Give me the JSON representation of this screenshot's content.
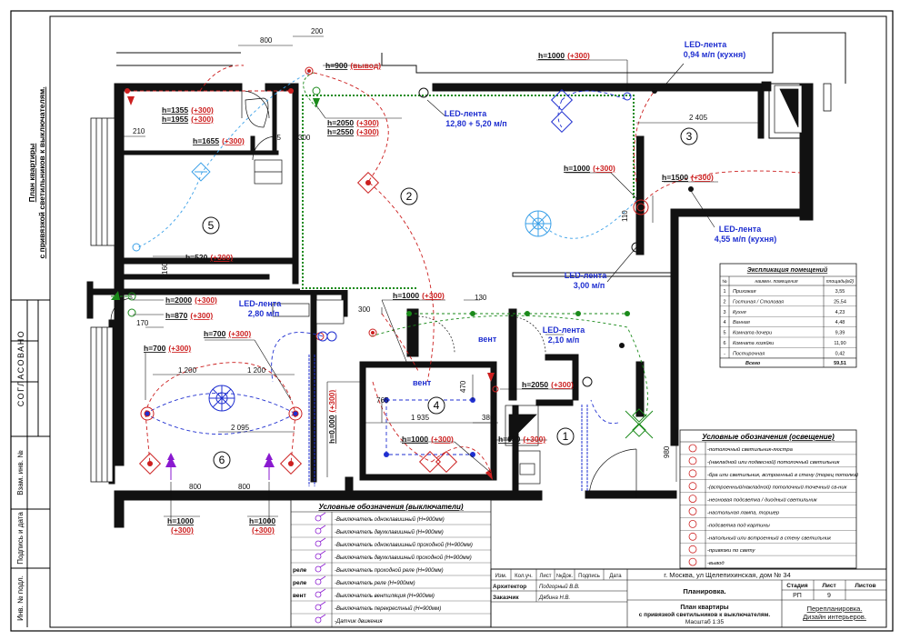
{
  "side_title": {
    "line1": "План квартиры",
    "line2": "с привязкой светильников к выключателям."
  },
  "side_labels": {
    "agreed": "СОГЛАСОВАНО",
    "inv_replace": "Взам. инв. №",
    "sign_date": "Подпись и дата",
    "inv_orig": "Инв. № подл."
  },
  "rooms": [
    {
      "num": "1"
    },
    {
      "num": "2"
    },
    {
      "num": "3"
    },
    {
      "num": "4"
    },
    {
      "num": "5"
    },
    {
      "num": "6"
    }
  ],
  "dimensions": {
    "d800_top": "800",
    "d200_top": "200",
    "d210": "210",
    "d75": "75",
    "d300_a": "300",
    "d160": "160",
    "d170": "170",
    "d300_b": "300",
    "d130": "130",
    "d1200_l": "1 200",
    "d1200_r": "1 200",
    "d2095": "2 095",
    "d765": "765",
    "d470": "470",
    "d1935": "1 935",
    "d385": "385",
    "d2405": "2 405",
    "d110": "110",
    "d980": "980",
    "d800_bl": "800",
    "d800_br": "800"
  },
  "heights": {
    "h900": "h=900",
    "h900_note": "(вывод)",
    "h1355": "h=1355",
    "h1955": "h=1955",
    "h1655": "h=1655",
    "h2050": "h=2050",
    "h2550": "h=2550",
    "h520": "h=520",
    "h1000_top": "h=1000",
    "h1000_k": "h=1000",
    "h1500": "h=1500",
    "h2000": "h=2000",
    "h870": "h=870",
    "h700_a": "h=700",
    "h700_b": "h=700",
    "h1000_c": "h=1000",
    "h0": "h=0,000",
    "h2050_b": "h=2050",
    "h1000_b": "h=1000",
    "h630": "h=630",
    "h1000_bl": "h=1000",
    "h1000_br": "h=1000",
    "p300": "(+300)"
  },
  "led_labels": {
    "led1_name": "LED-лента",
    "led1_len": "12,80 + 5,20 м/п",
    "led2_name": "LED-лента",
    "led2_len": "0,94 м/п (кухня)",
    "led3_name": "LED-лента",
    "led3_len": "4,55 м/п (кухня)",
    "led4_name": "LED-лента",
    "led4_len": "3,00 м/п",
    "led5_name": "LED-лента",
    "led5_len": "2,80 м/п",
    "led6_name": "LED-лента",
    "led6_len": "2,10 м/п"
  },
  "vent_labels": {
    "v1": "вент",
    "v2": "вент"
  },
  "rooms_table": {
    "title": "Экспликация помещений",
    "headers": [
      "№",
      "наимен. помещения",
      "площадь(м2)"
    ],
    "rows": [
      [
        "1",
        "Прихожая",
        "3,55"
      ],
      [
        "2",
        "Гостиная / Столовая",
        "25,54"
      ],
      [
        "3",
        "Кухня",
        "4,23"
      ],
      [
        "4",
        "Ванная",
        "4,48"
      ],
      [
        "5",
        "Комната дочери",
        "9,39"
      ],
      [
        "6",
        "Комната хозяйки",
        "11,90"
      ],
      [
        "-",
        "Постирочная",
        "0,42"
      ]
    ],
    "total_label": "Всего",
    "total_value": "59,51"
  },
  "legend_switches": {
    "title": "Условные обозначения (выключатели)",
    "items": [
      {
        "prefix": "",
        "text": "-Выключатель одноклавишный (Н=900мм)"
      },
      {
        "prefix": "",
        "text": "-Выключатель двухклавишный (Н=900мм)"
      },
      {
        "prefix": "",
        "text": "-Выключатель одноклавишный проходной (Н=900мм)"
      },
      {
        "prefix": "",
        "text": "-Выключатель двухклавишный проходной (Н=900мм)"
      },
      {
        "prefix": "реле",
        "text": "-Выключатель проходной реле (Н=900мм)"
      },
      {
        "prefix": "реле",
        "text": "-Выключатель  реле (Н=900мм)"
      },
      {
        "prefix": "вент",
        "text": "-Выключатель  вентиляция (Н=900мм)"
      },
      {
        "prefix": "",
        "text": "-Выключатель перекрестный (Н=900мм)"
      },
      {
        "prefix": "",
        "text": "-Датчик движения"
      }
    ]
  },
  "legend_lighting": {
    "title": "Условные обозначения (освещение)",
    "items": [
      "-потолочный светильник-люстра",
      "-(накладной или подвесной) потолочный светильник",
      "-бра или светильник, встроенный в стену (торец потолка)",
      "-(встроенный/накладной) потолочный точечный св-ник",
      "-неоновая подсветка / диодный светильник",
      "-настольная лампа, торшер",
      "-подсветка под картины",
      "-напольный или встроенный в стену светильник",
      "-привязки по свету",
      "-вывод"
    ]
  },
  "title_block": {
    "cols": [
      "Изм.",
      "Кол.уч.",
      "Лист",
      "№Док.",
      "Подпись",
      "Дата"
    ],
    "address": "г. Москва, ул Щелепихинская, дом № 34",
    "role1": "Архитектор",
    "name1": "Подгорный В.В.",
    "role2": "Заказчик",
    "name2": "Дябина Н.В.",
    "section": "Планировка.",
    "stage_h": "Стадия",
    "sheet_h": "Лист",
    "sheets_h": "Листов",
    "stage": "РП",
    "sheet": "9",
    "sheets": "",
    "drawing1": "План квартиры",
    "drawing2": "с привязкой светильников к выключателям.",
    "scale": "Масштаб 1:35",
    "company1": "Перепланировка.",
    "company2": "Дизайн интерьеров."
  },
  "colors": {
    "red": "#cc1f1f",
    "blue": "#1f2fd0",
    "green": "#1a8a1a",
    "lightblue": "#3aa0e8",
    "wall": "#111111"
  }
}
